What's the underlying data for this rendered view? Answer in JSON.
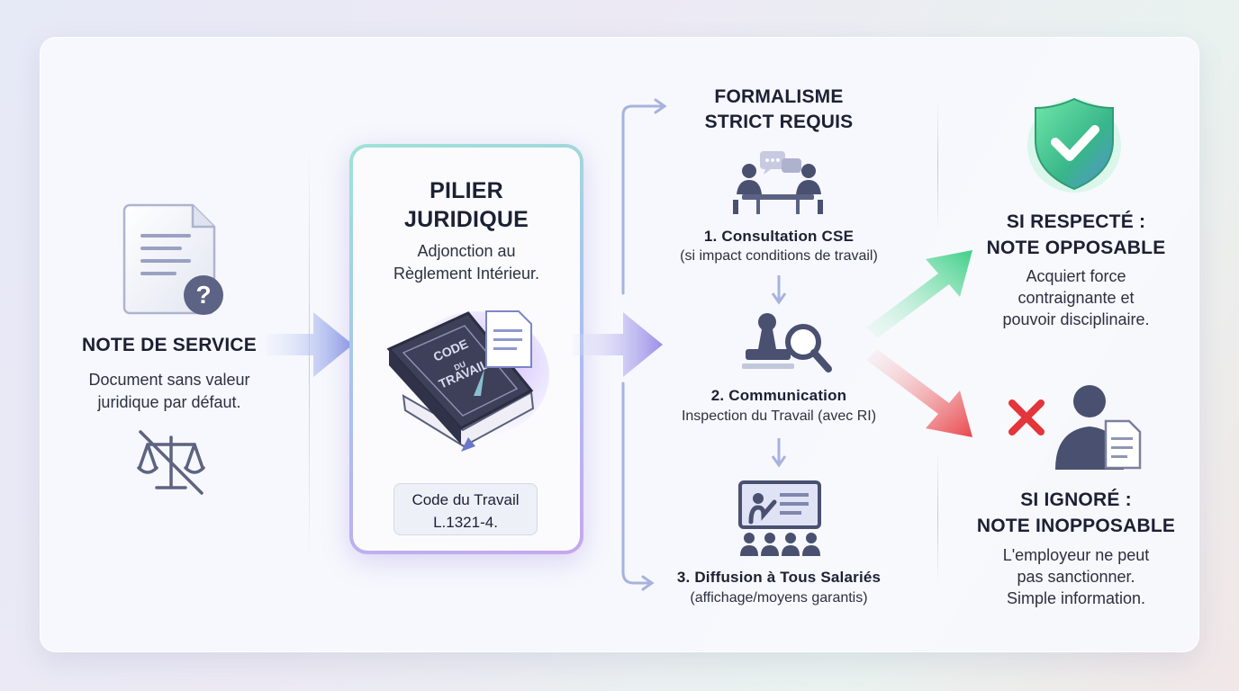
{
  "note": {
    "title": "NOTE DE SERVICE",
    "desc_line1": "Document sans valeur",
    "desc_line2": "juridique par défaut."
  },
  "pilier": {
    "title_line1": "PILIER",
    "title_line2": "JURIDIQUE",
    "desc_line1": "Adjonction au",
    "desc_line2": "Règlement Intérieur.",
    "book_line1": "CODE",
    "book_line2": "DU",
    "book_line3": "TRAVAIL",
    "code_line1": "Code du Travail",
    "code_line2": "L.1321-4."
  },
  "formalisme": {
    "title_line1": "FORMALISME",
    "title_line2": "STRICT REQUIS",
    "steps": [
      {
        "title": "1. Consultation CSE",
        "sub": "(si impact conditions de travail)"
      },
      {
        "title": "2. Communication",
        "sub": "Inspection du Travail (avec RI)"
      },
      {
        "title": "3. Diffusion à Tous Salariés",
        "sub": "(affichage/moyens garantis)"
      }
    ]
  },
  "respecte": {
    "title_line1": "SI RESPECTÉ :",
    "title_line2": "NOTE OPPOSABLE",
    "desc_line1": "Acquiert force",
    "desc_line2": "contraignante et",
    "desc_line3": "pouvoir disciplinaire."
  },
  "ignore": {
    "title_line1": "SI IGNORÉ :",
    "title_line2": "NOTE INOPPOSABLE",
    "desc_line1": "L'employeur ne peut",
    "desc_line2": "pas sanctionner.",
    "desc_line3": "Simple information."
  },
  "colors": {
    "accent_blue": "#8fa4e8",
    "accent_purple": "#a98ee6",
    "success_green": "#3fcf87",
    "danger_red": "#e8464a",
    "icon_slate": "#4a5070"
  }
}
